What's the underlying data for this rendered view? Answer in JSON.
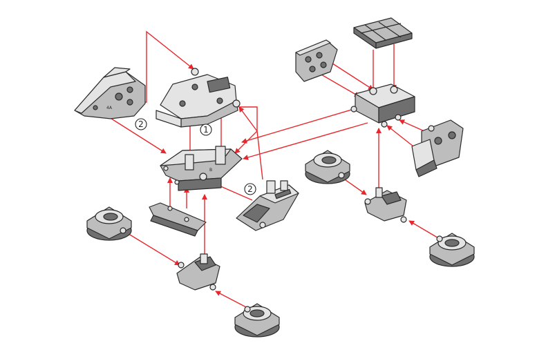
{
  "diagram": {
    "arrow_color": "#e8272c",
    "part_colors": {
      "light": "#e4e4e4",
      "mid": "#bdbdbd",
      "dark": "#6f6f6f",
      "outline": "#2a2a2a"
    },
    "steps": [
      {
        "id": "step-1-label",
        "text": "①"
      },
      {
        "id": "step-2-label-left",
        "text": "②"
      },
      {
        "id": "step-2-label-center",
        "text": "②"
      }
    ],
    "part_markings": {
      "tab_mark": "4A",
      "piece_mark": "B"
    }
  }
}
